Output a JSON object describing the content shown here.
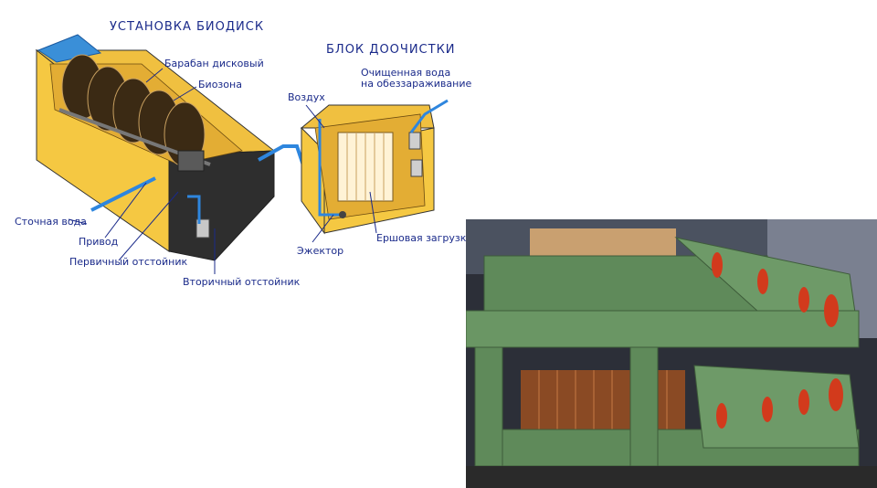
{
  "diagram": {
    "title_biodisk": "УСТАНОВКА БИОДИСК",
    "title_post": "БЛОК ДООЧИСТКИ",
    "labels": {
      "drum": "Барабан дисковый",
      "biozone": "Биозона",
      "air": "Воздух",
      "clean_water_1": "Очищенная вода",
      "clean_water_2": "на обеззараживание",
      "wastewater": "Сточная вода",
      "drive": "Привод",
      "primary_settler": "Первичный отстойник",
      "secondary_settler": "Вторичный отстойник",
      "ejector": "Эжектор",
      "brush_load": "Ершовая загрузка"
    },
    "colors": {
      "tank_fill": "#f5c842",
      "tank_shadow": "#d9a52a",
      "tank_dark": "#2b2b2b",
      "pipe": "#2e86de",
      "cover": "#3a8fd8",
      "disk": "#5a3a1a",
      "label_text": "#1a2a8a"
    }
  },
  "photo": {
    "subject": "biodisk-plant-photo",
    "colors": {
      "frame": "#5f8a5a",
      "disks": "#a0582c",
      "motor": "#d23a1c",
      "background": "#2c2f38"
    }
  }
}
